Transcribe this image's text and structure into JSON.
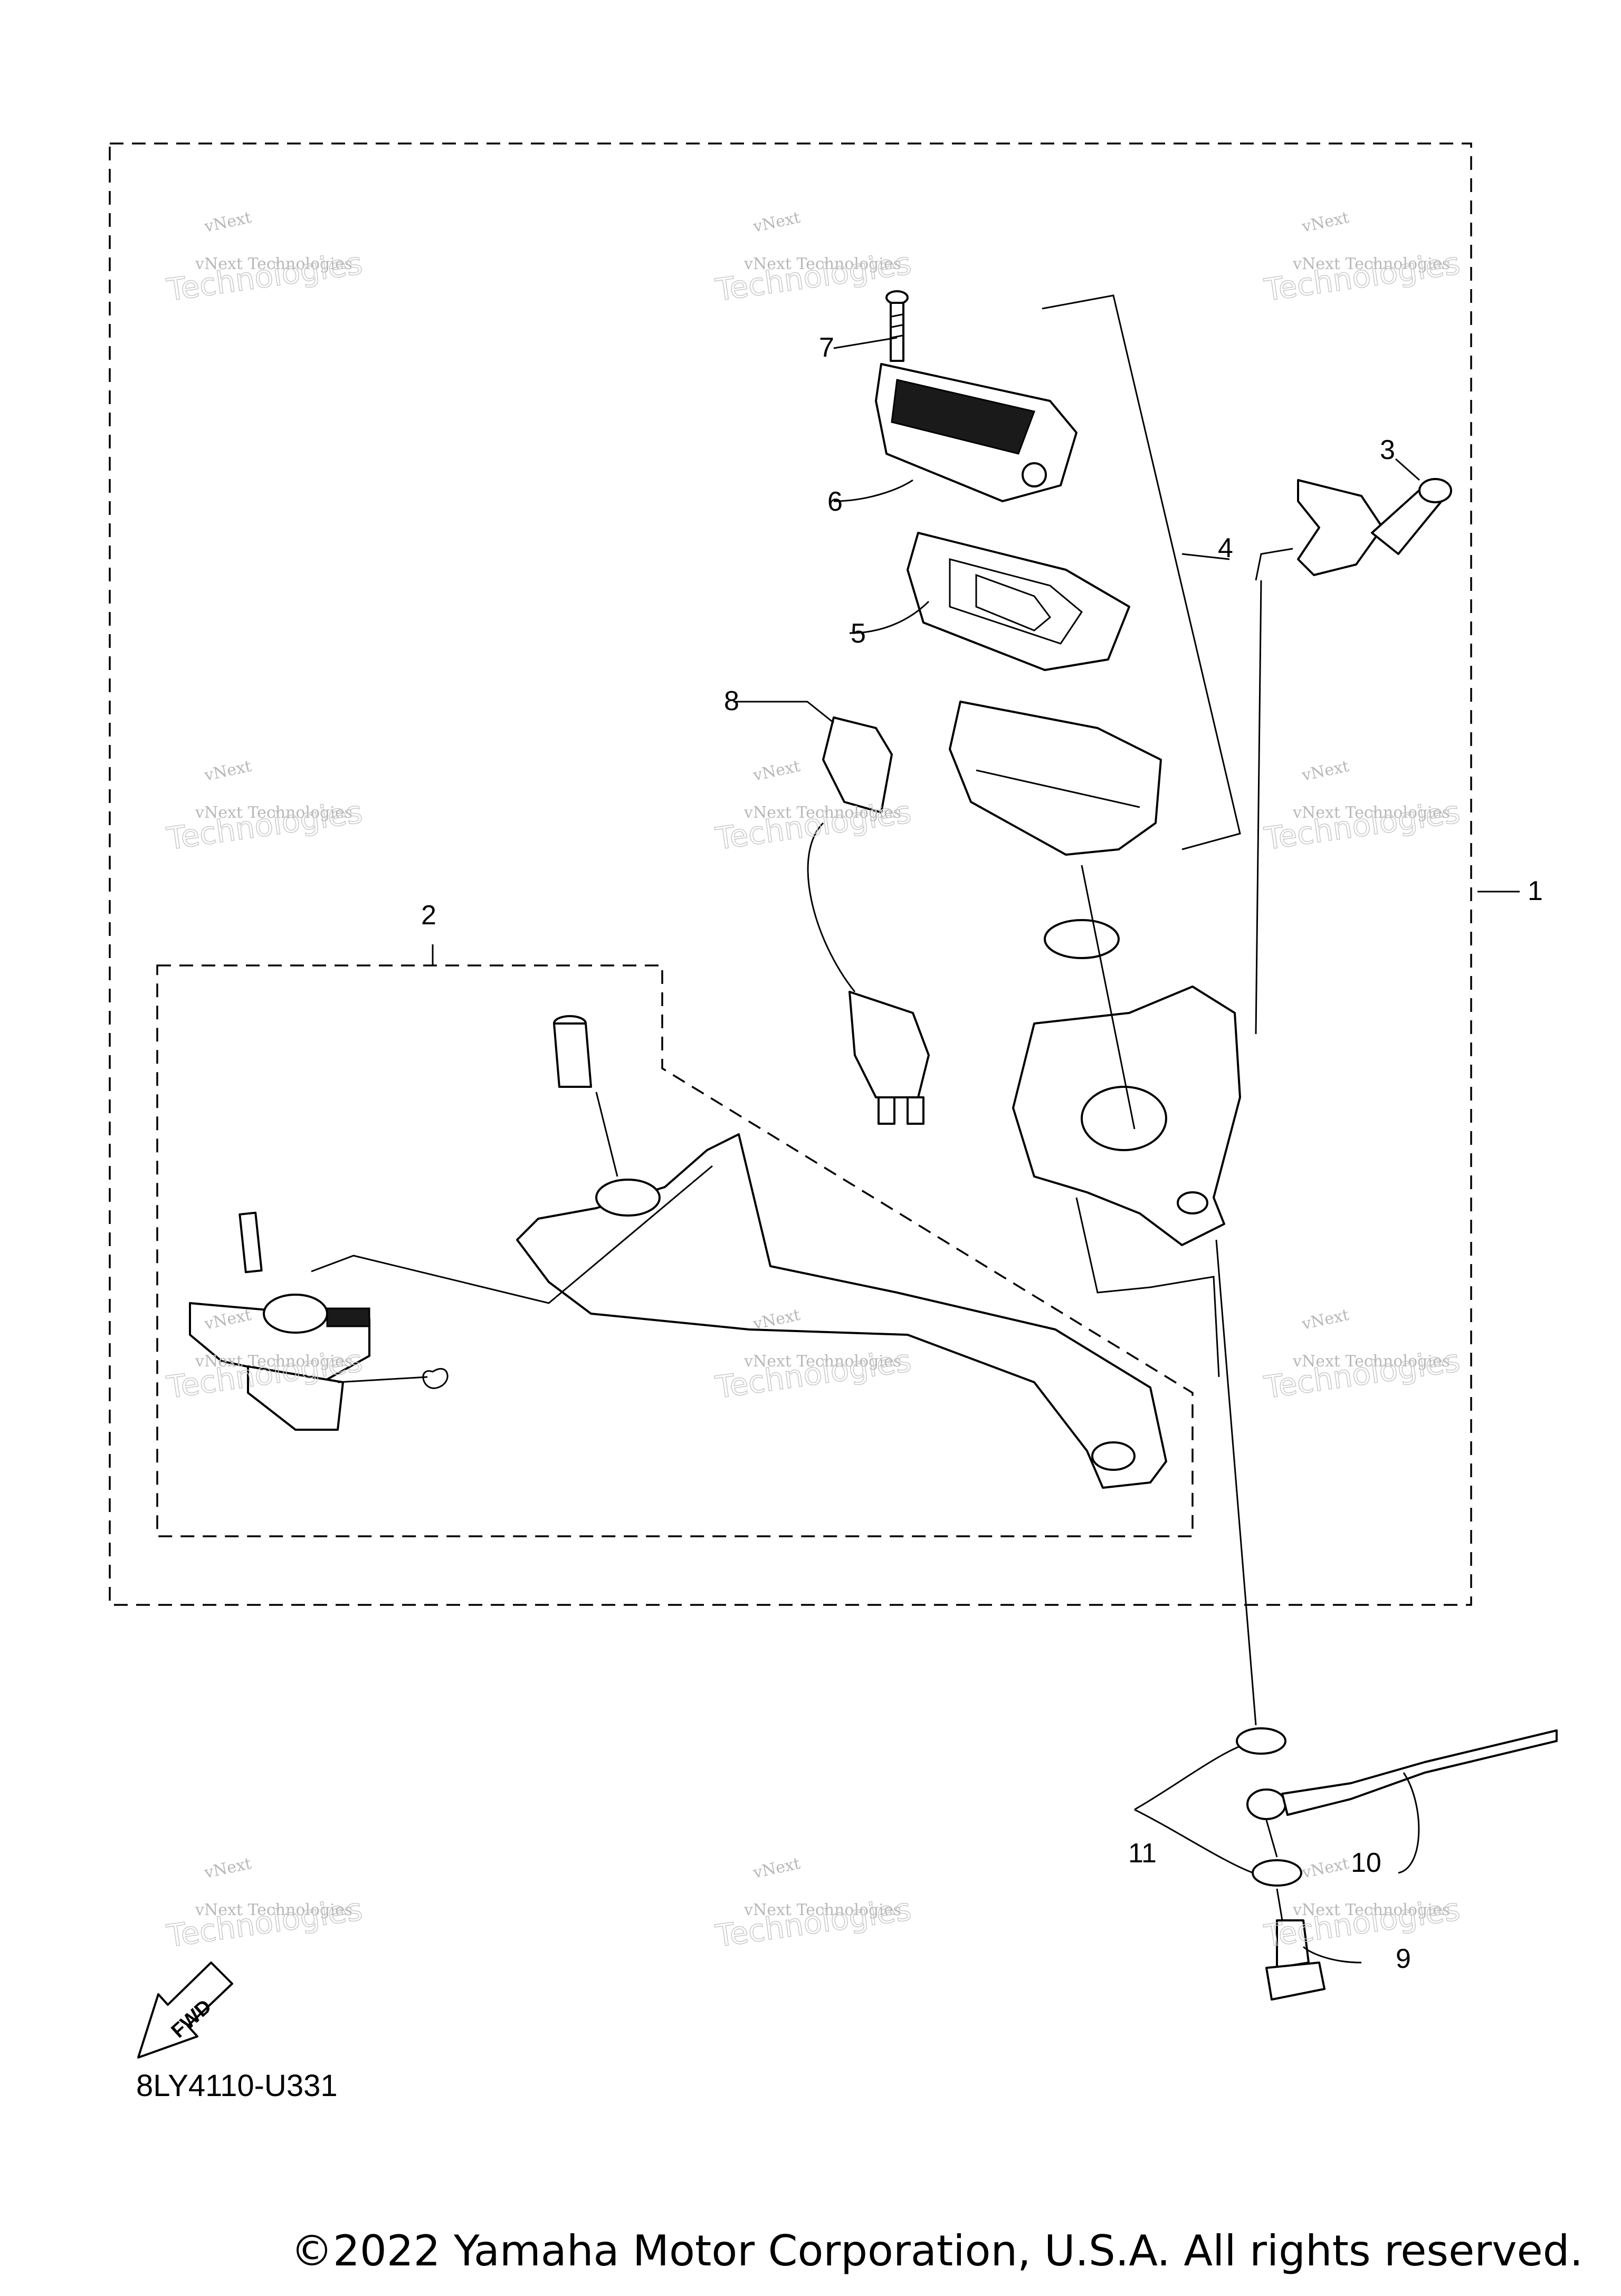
{
  "diagram": {
    "callouts": [
      "1",
      "2",
      "3",
      "4",
      "5",
      "6",
      "7",
      "8",
      "9",
      "10",
      "11"
    ],
    "fwd_label": "FWD",
    "ref_code": "8LY4110-U331",
    "copyright": "©2022 Yamaha Motor Corporation, U.S.A. All rights reserved.",
    "watermark_small": "vNext Technologies",
    "watermark_big": "Technologies",
    "watermark_small2": "vNext"
  }
}
